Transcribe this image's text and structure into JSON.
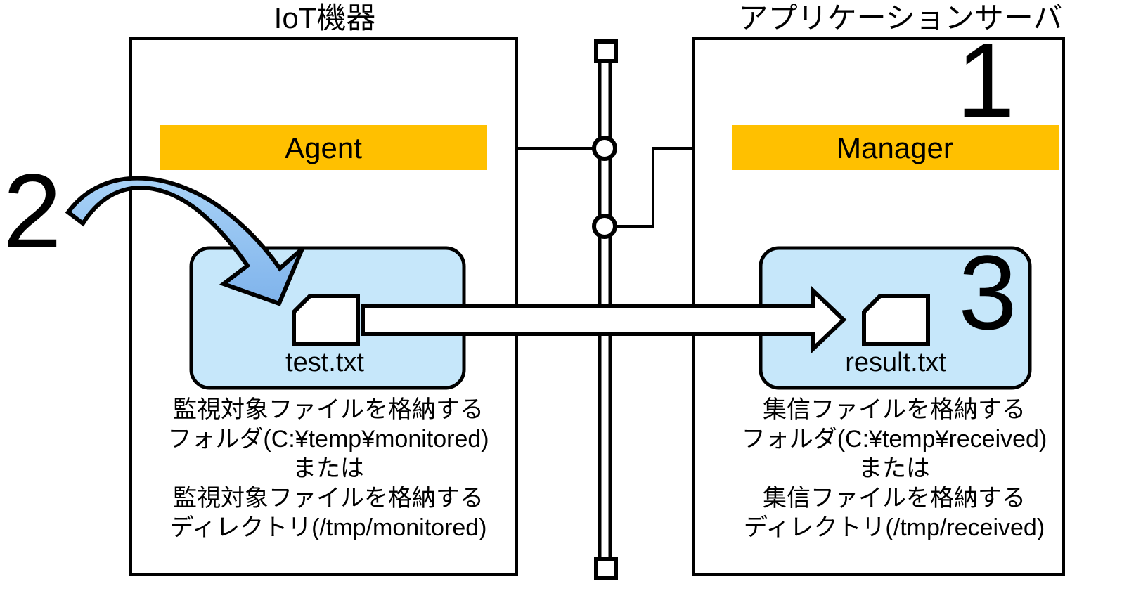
{
  "diagram": {
    "title_left": "IoT機器",
    "title_right": "アプリケーションサーバ",
    "left_panel": {
      "component_label": "Agent",
      "component_color": "#FFC000",
      "folder_box_color": "#C6E7FA",
      "file_label": "test.txt",
      "file_icon_name": "document-file-icon",
      "note_lines": [
        "監視対象ファイルを格納する",
        "フォルダ(C:¥temp¥monitored)",
        "または",
        "監視対象ファイルを格納する",
        "ディレクトリ(/tmp/monitored)"
      ]
    },
    "right_panel": {
      "component_label": "Manager",
      "component_color": "#FFC000",
      "folder_box_color": "#C6E7FA",
      "file_label": "result.txt",
      "file_icon_name": "document-file-icon",
      "note_lines": [
        "集信ファイルを格納する",
        "フォルダ(C:¥temp¥received)",
        "または",
        "集信ファイルを格納する",
        "ディレクトリ(/tmp/received)"
      ]
    },
    "markers": [
      {
        "id": "1",
        "label": "1"
      },
      {
        "id": "2",
        "label": "2"
      },
      {
        "id": "3",
        "label": "3"
      }
    ],
    "network": {
      "bus_name": "network-bus",
      "terminator_count": 2,
      "node_count": 2
    },
    "transfer_arrow": {
      "name": "file-transfer-arrow",
      "from": "test.txt",
      "to": "result.txt",
      "fill": "#ffffff",
      "stroke": "#000000"
    },
    "input_arrow": {
      "name": "file-placement-arrow",
      "fill_top": "#A8D0F5",
      "fill_bottom": "#7FB2EA",
      "stroke": "#000000"
    },
    "colors": {
      "accent_amber": "#FFC000",
      "folder_blue": "#C6E7FA",
      "arrow_blue": "#8FC0F0",
      "outline": "#000000"
    }
  }
}
